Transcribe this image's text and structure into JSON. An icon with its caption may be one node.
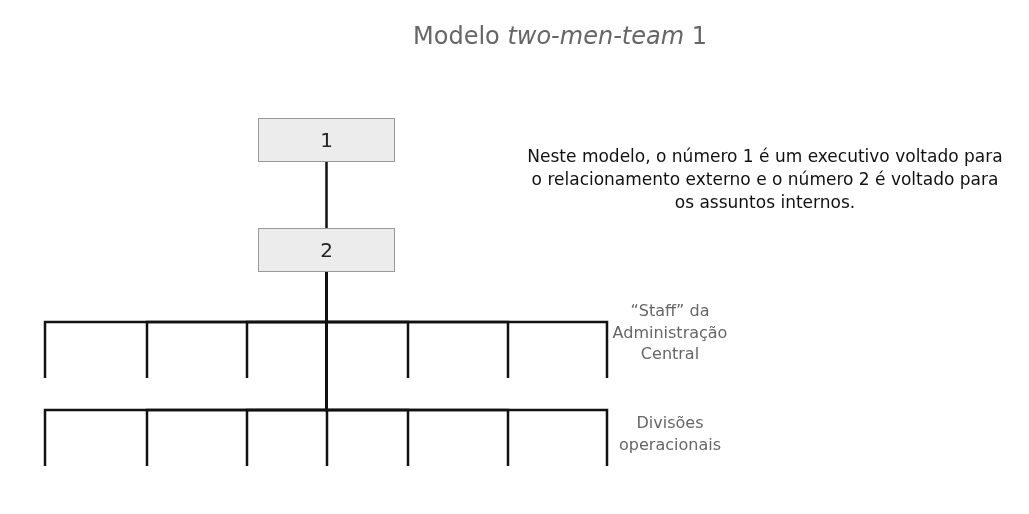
{
  "diagram": {
    "title": "Modelo *two-men-team* 1",
    "nodes": [
      {
        "text": [
          "1"
        ]
      },
      {
        "text": [
          "2"
        ]
      }
    ],
    "edges": [
      {
        "from": 0,
        "to": 1,
        "arrow": "none"
      },
      {
        "from": 1,
        "to": null,
        "arrow": "none"
      },
      {
        "from": 1,
        "to": null,
        "arrow": "none"
      },
      {
        "from": 1,
        "to": null,
        "arrow": "none"
      },
      {
        "from": 1,
        "to": null,
        "arrow": "none"
      },
      {
        "from": 1,
        "to": null,
        "arrow": "none"
      },
      {
        "from": 1,
        "to": null,
        "arrow": "none"
      },
      {
        "from": 1,
        "to": null,
        "arrow": "none"
      },
      {
        "from": 1,
        "to": null,
        "arrow": "none"
      },
      {
        "from": 1,
        "to": null,
        "arrow": "none"
      },
      {
        "from": 1,
        "to": null,
        "arrow": "none"
      },
      {
        "from": 1,
        "to": null,
        "arrow": "none"
      },
      {
        "from": 1,
        "to": null,
        "arrow": "none"
      },
      {
        "from": 1,
        "to": null,
        "arrow": "none"
      }
    ],
    "labels": [
      "Neste modelo, o número 1 é um executivo voltado para o relacionamento externo e o número 2 é voltado para os assuntos internos.",
      "“Staff” da Administração Central",
      "Divisões operacionais"
    ]
  }
}
